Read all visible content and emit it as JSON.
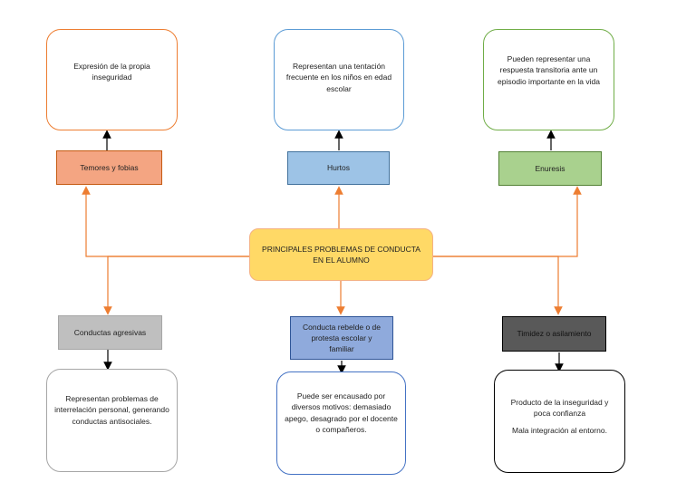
{
  "center": {
    "label": "PRINCIPALES PROBLEMAS DE CONDUCTA EN EL ALUMNO",
    "color": "#ffd966"
  },
  "top": [
    {
      "category": "Temores y fobias",
      "description": "Expresión de la propia inseguridad",
      "category_color": "#f4a582",
      "border_color": "#ed7d31"
    },
    {
      "category": "Hurtos",
      "description": "Representan una tentación frecuente en los niños en edad escolar",
      "category_color": "#9dc3e6",
      "border_color": "#5b9bd5"
    },
    {
      "category": "Enuresis",
      "description": "Pueden representar una respuesta transitoria ante un episodio importante en la vida",
      "category_color": "#a9d18e",
      "border_color": "#70ad47"
    }
  ],
  "bottom": [
    {
      "category": "Conductas agresivas",
      "description": "Representan problemas de interrelación personal, generando conductas antisociales.",
      "category_color": "#bfbfbf",
      "border_color": "#a6a6a6"
    },
    {
      "category": "Conducta rebelde o de protesta escolar y familiar",
      "description": "Puede ser encausado por diversos motivos: demasiado apego, desagrado por el docente o compañeros.",
      "category_color": "#8faadc",
      "border_color": "#4472c4"
    },
    {
      "category": "Timidez o asilamiento",
      "description": "Producto de la inseguridad y poca confianza",
      "description2": "Mala integración al entorno.",
      "category_color": "#595959",
      "border_color": "#000000"
    }
  ],
  "connector_color": "#ed7d31"
}
